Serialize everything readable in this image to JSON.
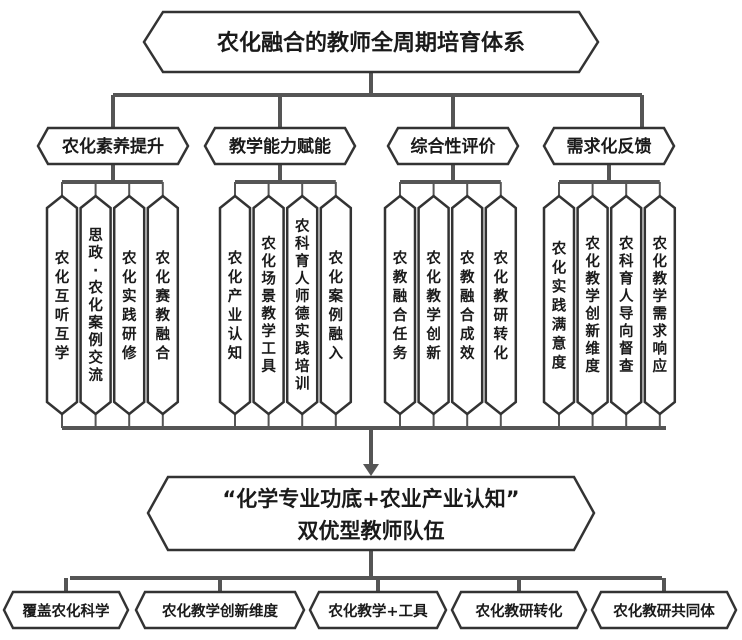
{
  "title": "农化融合的教师全周期培育体系",
  "categories": [
    {
      "label": "农化素养提升",
      "items": [
        "农化互听互学",
        "思政·农化案例交流",
        "农化实践研修",
        "农化赛教融合"
      ]
    },
    {
      "label": "教学能力赋能",
      "items": [
        "农化产业认知",
        "农化场景教学工具",
        "农科育人师德实践培训",
        "农化案例融入"
      ]
    },
    {
      "label": "综合性评价",
      "items": [
        "农教融合任务",
        "农化教学创新",
        "农教融合成效",
        "农化教研转化"
      ]
    },
    {
      "label": "需求化反馈",
      "items": [
        "农化实践满意度",
        "农化教学创新维度",
        "农科育人导向督查",
        "农化教学需求响应"
      ]
    }
  ],
  "goal": {
    "line1": "“化学专业功底+农业产业认知”",
    "line2": "双优型教师队伍"
  },
  "outcomes": [
    "覆盖农化科学",
    "农化教学创新维度",
    "农化教学+工具",
    "农化教研转化",
    "农化教研共同体"
  ]
}
